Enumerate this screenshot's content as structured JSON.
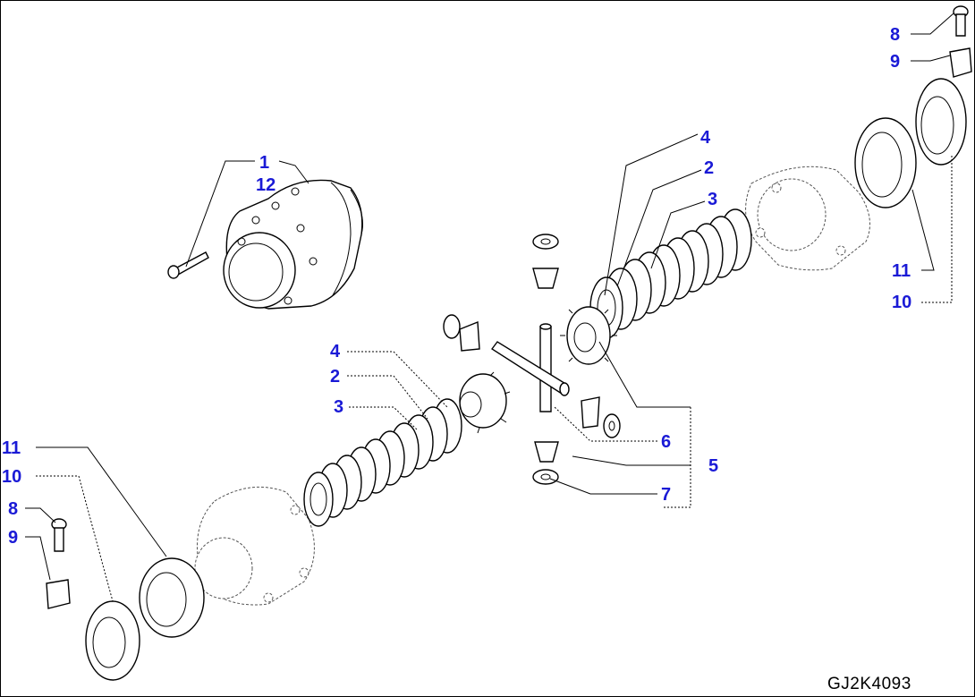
{
  "drawing_code": "GJ2K4093",
  "callouts": {
    "c1": "1",
    "c12": "12",
    "c2a": "2",
    "c3a": "3",
    "c4a": "4",
    "c2b": "2",
    "c3b": "3",
    "c4b": "4",
    "c5": "5",
    "c6": "6",
    "c7": "7",
    "c8a": "8",
    "c9a": "9",
    "c10a": "10",
    "c11a": "11",
    "c8b": "8",
    "c9b": "9",
    "c10b": "10",
    "c11b": "11"
  }
}
